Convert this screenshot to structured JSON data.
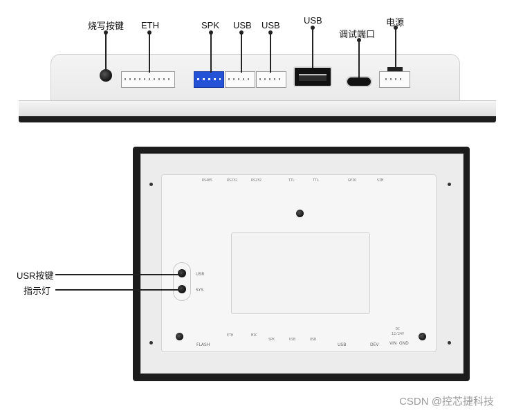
{
  "top_callouts": {
    "burn_button": "烧写按键",
    "eth": "ETH",
    "spk": "SPK",
    "usb1": "USB",
    "usb2": "USB",
    "usb3": "USB",
    "debug_port": "调试端口",
    "power": "电源"
  },
  "side_callouts": {
    "usr_button": "USR按键",
    "indicator": "指示灯"
  },
  "back_silk": {
    "rs485": "RS485",
    "rs232_a": "RS232",
    "rs232_b": "RS232",
    "ttl_a": "TTL",
    "ttl_b": "TTL",
    "gpio": "GPIO",
    "sim": "SIM",
    "usr": "USR",
    "sys": "SYS",
    "flash": "FLASH",
    "eth": "ETH",
    "mic": "MIC",
    "spk": "SPK",
    "usb_a": "USB",
    "usb_b": "USB",
    "usb_c": "USB",
    "dev": "DEV",
    "dc": "DC",
    "voltage": "12/24V",
    "vin": "VIN",
    "gnd": "GND"
  },
  "watermark": "CSDN @控芯捷科技",
  "colors": {
    "spk_connector": "#2452d6",
    "frame": "#1c1c1c",
    "panel": "#ececec"
  }
}
